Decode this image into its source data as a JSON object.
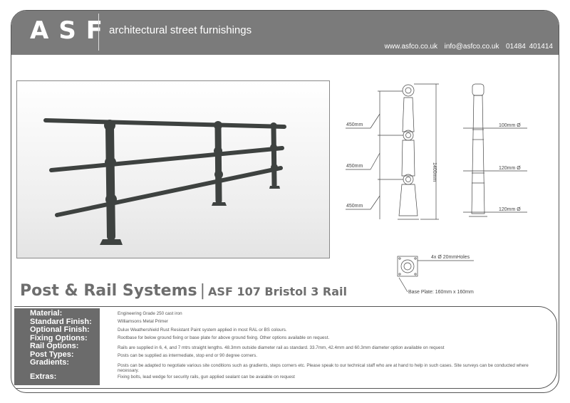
{
  "header": {
    "logo": "ASF",
    "tagline": "architectural street furnishings",
    "website": "www.asfco.co.uk",
    "email": "info@asfco.co.uk",
    "phone": "01484 401414"
  },
  "product": {
    "title": "Post & Rail Systems",
    "separator": "|",
    "model": "ASF 107 Bristol 3 Rail"
  },
  "drawing": {
    "spacings": [
      "450mm",
      "450mm",
      "450mm"
    ],
    "height": "1400mm",
    "diameters": [
      "100mm Ø",
      "120mm Ø",
      "120mm Ø"
    ],
    "holes": "4x Ø 20mmHoles",
    "base_plate": "Base Plate: 160mm x 160mm"
  },
  "specs": [
    {
      "label": "Material:",
      "value": "Engineering Grade 250 cast iron"
    },
    {
      "label": "Standard Finish:",
      "value": "Williamsons Metal Primer"
    },
    {
      "label": "Optional Finish:",
      "value": "Dulux Weathershield Rust Resistant Paint system applied in most RAL or BS colours."
    },
    {
      "label": "Fixing Options:",
      "value": "Rootbase for below ground fixing or base plate for above ground fixing. Other options available on request."
    },
    {
      "label": "Rail Options:",
      "value": "Rails are supplied in 6, 4, and 7 mtrs straight lengths. 48.3mm outside diameter rail as standard. 33.7mm, 42.4mm and 60.3mm diameter option available on request"
    },
    {
      "label": "Post Types:",
      "value": "Posts can be supplied as intermediate, stop end or 90 degree corners."
    },
    {
      "label": "Gradients:",
      "value": "Posts can be adapted to negotiate various site conditions such as gradients, steps corners etc. Please speak to our technical staff who are at hand to help in such cases. Site surveys can be conducted where necessary."
    },
    {
      "label": "Extras:",
      "value": "Fixing bolts, lead wedge for security rails, gun applied sealant can be avaiable on request"
    }
  ],
  "colors": {
    "header": "#7b7b7b",
    "label_panel": "#6b6b6b",
    "title": "#6e6e6e"
  }
}
